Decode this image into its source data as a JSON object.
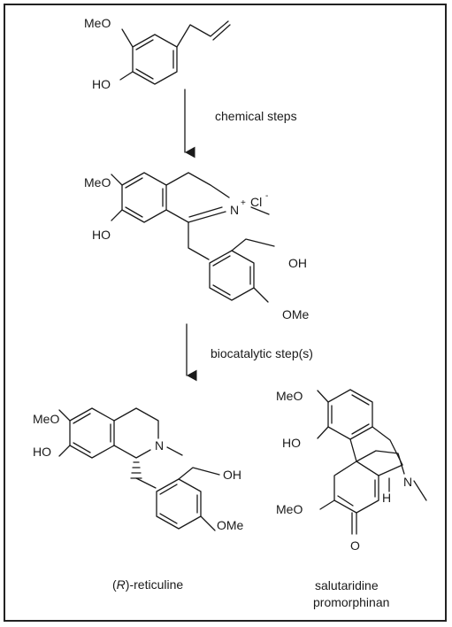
{
  "figure": {
    "step1_label": "chemical steps",
    "step2_label": "biocatalytic step(s)"
  },
  "molecules": {
    "eugenol": {
      "meo": "MeO",
      "ho": "HO"
    },
    "iminium": {
      "meo": "MeO",
      "ho": "HO",
      "n": "N",
      "plus": "+",
      "cl": "Cl",
      "cl_charge": "-",
      "oh": "OH",
      "ome": "OMe"
    },
    "reticuline": {
      "meo": "MeO",
      "ho": "HO",
      "n": "N",
      "oh": "OH",
      "ome": "OMe",
      "name_prefix": "(",
      "name_r": "R",
      "name_suffix": ")-reticuline"
    },
    "salutaridine": {
      "meo_top": "MeO",
      "ho": "HO",
      "meo_bottom": "MeO",
      "o": "O",
      "n": "N",
      "h": "H",
      "name_line1": "salutaridine",
      "name_line2": "promorphinan"
    }
  }
}
